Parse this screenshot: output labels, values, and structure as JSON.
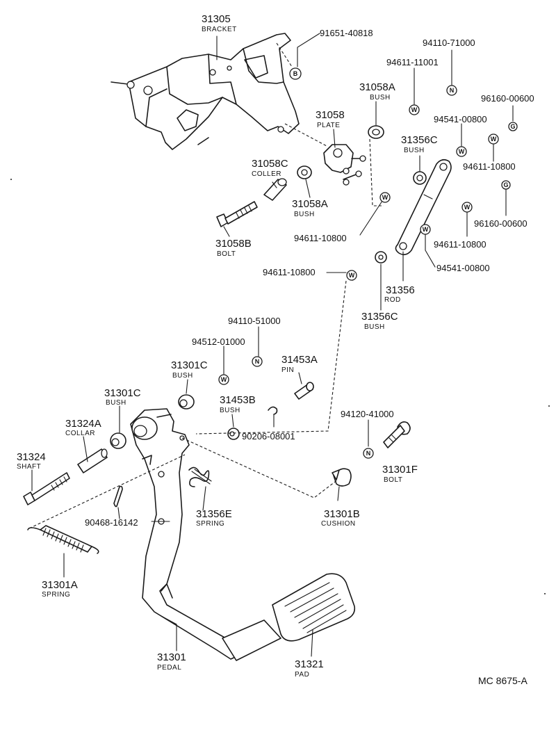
{
  "drawing_code": "MC 8675-A",
  "parts": {
    "bracket": {
      "number": "31305",
      "name": "BRACKET"
    },
    "plate": {
      "number": "31058",
      "name": "PLATE"
    },
    "bush_31058a_top": {
      "number": "31058A",
      "name": "BUSH"
    },
    "bush_31058a_low": {
      "number": "31058A",
      "name": "BUSH"
    },
    "coller": {
      "number": "31058C",
      "name": "COLLER"
    },
    "bolt_31058b": {
      "number": "31058B",
      "name": "BOLT"
    },
    "bush_31356c_top": {
      "number": "31356C",
      "name": "BUSH"
    },
    "bush_31356c_low": {
      "number": "31356C",
      "name": "BUSH"
    },
    "rod": {
      "number": "31356",
      "name": "ROD"
    },
    "bush_31301c_a": {
      "number": "31301C",
      "name": "BUSH"
    },
    "bush_31301c_b": {
      "number": "31301C",
      "name": "BUSH"
    },
    "collar": {
      "number": "31324A",
      "name": "COLLAR"
    },
    "shaft": {
      "number": "31324",
      "name": "SHAFT"
    },
    "pin": {
      "number": "31453A",
      "name": "PIN"
    },
    "bush_31453b": {
      "number": "31453B",
      "name": "BUSH"
    },
    "spring_31356e": {
      "number": "31356E",
      "name": "SPRING"
    },
    "spring_31301a": {
      "number": "31301A",
      "name": "SPRING"
    },
    "cushion": {
      "number": "31301B",
      "name": "CUSHION"
    },
    "bolt_31301f": {
      "number": "31301F",
      "name": "BOLT"
    },
    "pedal": {
      "number": "31301",
      "name": "PEDAL"
    },
    "pad": {
      "number": "31321",
      "name": "PAD"
    }
  },
  "hardware": {
    "p91651": "91651-40818",
    "p94611_11001": "94611-11001",
    "p94110_71000": "94110-71000",
    "p96160_top": "96160-00600",
    "p94541_top": "94541-00800",
    "p94611_right": "94611-10800",
    "p96160_low": "96160-00600",
    "p94611_mid": "94611-10800",
    "p94611_rod": "94611-10800",
    "p94541_low": "94541-00800",
    "p94611_left": "94611-10800",
    "p94110_51000": "94110-51000",
    "p94512": "94512-01000",
    "p90206": "90206-08001",
    "p94120": "94120-41000",
    "p90468": "90468-16142"
  },
  "symbols": {
    "b": "B",
    "n": "N",
    "w": "W",
    "g": "G"
  }
}
